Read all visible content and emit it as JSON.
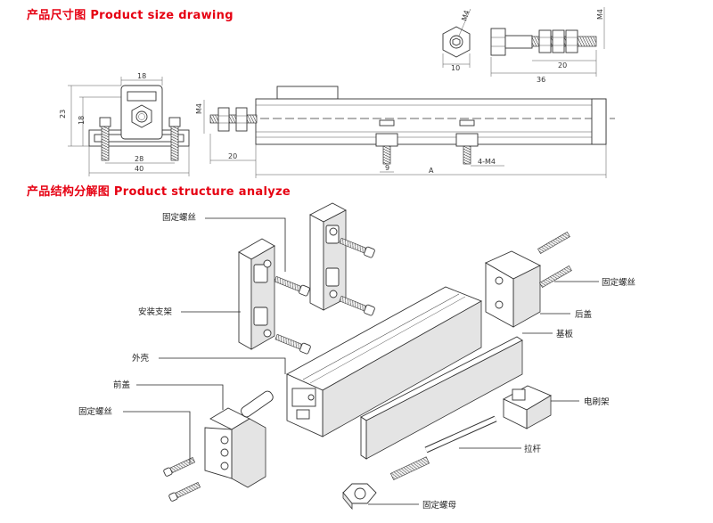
{
  "titles": {
    "size_drawing": "产品尺寸图 Product size drawing",
    "structure": "产品结构分解图 Product structure analyze"
  },
  "dimensions": {
    "d18_top": "18",
    "d23": "23",
    "d18_side": "18",
    "d28": "28",
    "d40": "40",
    "m4_side": "M4",
    "d20": "20",
    "d9": "9",
    "d4m4": "4-M4",
    "dA": "A",
    "m4_nut": "M4",
    "d10": "10",
    "m4_rod": "M4",
    "d20_rod": "20",
    "d36": "36"
  },
  "labels": {
    "fixing_screw_top": "固定螺丝",
    "mounting_bracket": "安装支架",
    "housing": "外壳",
    "front_cover": "前盖",
    "fixing_screw_left": "固定螺丝",
    "fixing_screw_right": "固定螺丝",
    "rear_cover": "后盖",
    "base_plate": "基板",
    "brush_holder": "电刷架",
    "pull_rod": "拉杆",
    "fixing_nut": "固定螺母"
  },
  "colors": {
    "title": "#e60012"
  }
}
